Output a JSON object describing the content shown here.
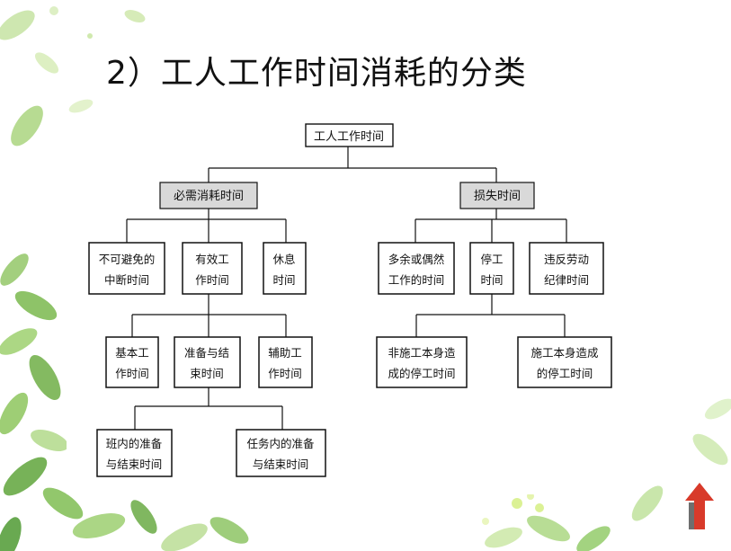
{
  "slide": {
    "title": "2）工人工作时间消耗的分类"
  },
  "diagram": {
    "nodes": {
      "root": [
        "工人工作时间"
      ],
      "necessary": [
        "必需消耗时间"
      ],
      "loss": [
        "损失时间"
      ],
      "unavoidable_interrupt": [
        "不可避免的",
        "中断时间"
      ],
      "effective_work": [
        "有效工",
        "作时间"
      ],
      "rest": [
        "休息",
        "时间"
      ],
      "redundant_accidental": [
        "多余或偶然",
        "工作的时间"
      ],
      "stoppage": [
        "停工",
        "时间"
      ],
      "labor_discipline": [
        "违反劳动",
        "纪律时间"
      ],
      "basic_work": [
        "基本工",
        "作时间"
      ],
      "prep_finish": [
        "准备与结",
        "束时间"
      ],
      "auxiliary_work": [
        "辅助工",
        "作时间"
      ],
      "non_construction_stop": [
        "非施工本身造",
        "成的停工时间"
      ],
      "construction_stop": [
        "施工本身造成",
        "的停工时间"
      ],
      "shift_prep": [
        "班内的准备",
        "与结束时间"
      ],
      "task_prep": [
        "任务内的准备",
        "与结束时间"
      ]
    }
  },
  "colors": {
    "highlight_fill": "#d9d9d9",
    "box_stroke": "#111111",
    "nav_arrow": "#d83a2a"
  },
  "icons": {
    "nav": "up-arrow-icon"
  }
}
